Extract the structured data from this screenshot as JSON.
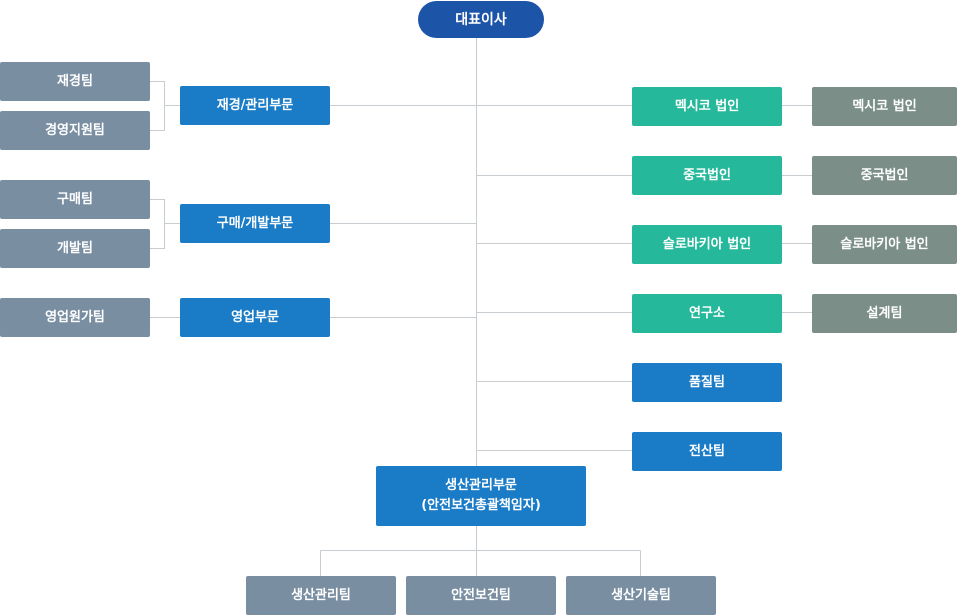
{
  "ceo": "대표이사",
  "left": {
    "divisions": [
      {
        "label": "재경/관리부문",
        "teams": [
          "재경팀",
          "경영지원팀"
        ]
      },
      {
        "label": "구매/개발부문",
        "teams": [
          "구매팀",
          "개발팀"
        ]
      },
      {
        "label": "영업부문",
        "teams": [
          "영업원가팀"
        ]
      }
    ]
  },
  "right": {
    "units": [
      {
        "label": "멕시코 법인",
        "child": "멕시코 법인"
      },
      {
        "label": "중국법인",
        "child": "중국법인"
      },
      {
        "label": "슬로바키아 법인",
        "child": "슬로바키아 법인"
      },
      {
        "label": "연구소",
        "child": "설계팀"
      },
      {
        "label": "품질팀"
      },
      {
        "label": "전산팀"
      }
    ]
  },
  "production": {
    "line1": "생산관리부문",
    "line2": "(안전보건총괄책임자)",
    "teams": [
      "생산관리팀",
      "안전보건팀",
      "생산기술팀"
    ]
  },
  "colors": {
    "ceo": "#1c54a8",
    "division": "#1a7bc6",
    "team": "#7a8ea2",
    "subsidiary": "#26b89b",
    "subsidiary_child": "#7b8f88",
    "line": "#c8cdd2"
  }
}
